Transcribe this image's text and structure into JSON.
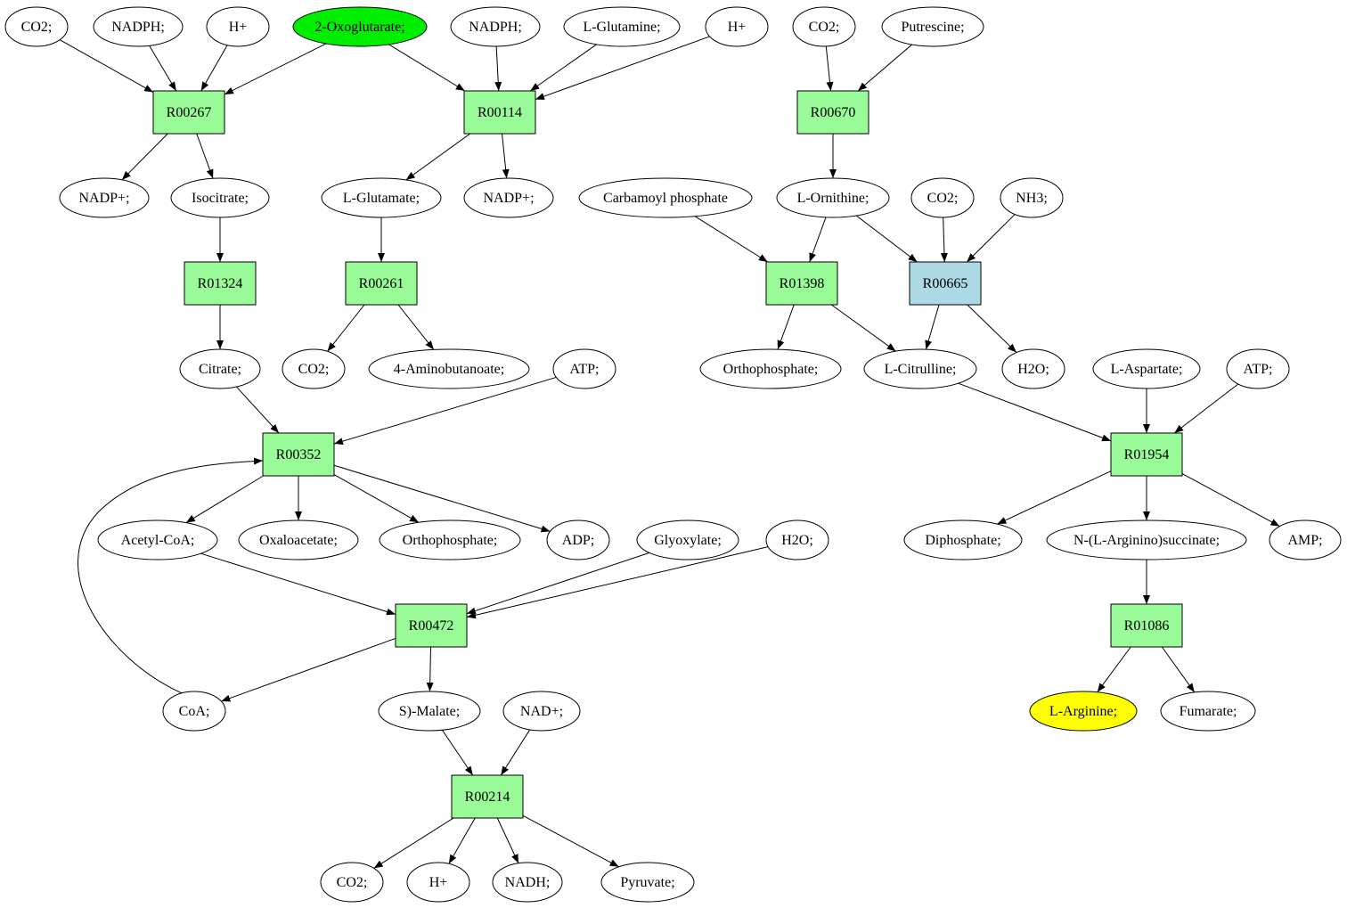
{
  "colors": {
    "reaction_default": "#98fb98",
    "reaction_highlight": "#add8e6",
    "start_compound": "#00ee00",
    "target_compound": "#ffff00",
    "metabolite": "#ffffff",
    "edge": "#000000"
  },
  "reactions": [
    {
      "id": "R00267",
      "label": "R00267"
    },
    {
      "id": "R00114",
      "label": "R00114"
    },
    {
      "id": "R00670",
      "label": "R00670"
    },
    {
      "id": "R01324",
      "label": "R01324"
    },
    {
      "id": "R00261",
      "label": "R00261"
    },
    {
      "id": "R01398",
      "label": "R01398"
    },
    {
      "id": "R00665",
      "label": "R00665",
      "highlight": true
    },
    {
      "id": "R00352",
      "label": "R00352"
    },
    {
      "id": "R01954",
      "label": "R01954"
    },
    {
      "id": "R00472",
      "label": "R00472"
    },
    {
      "id": "R01086",
      "label": "R01086"
    },
    {
      "id": "R00214",
      "label": "R00214"
    }
  ],
  "metabolites": [
    {
      "id": "co2_a",
      "label": "CO2;"
    },
    {
      "id": "nadph_a",
      "label": "NADPH;"
    },
    {
      "id": "h_a",
      "label": "H+"
    },
    {
      "id": "oxoglutarate",
      "label": "2-Oxoglutarate;",
      "role": "start"
    },
    {
      "id": "nadph_b",
      "label": "NADPH;"
    },
    {
      "id": "lglutamine",
      "label": "L-Glutamine;"
    },
    {
      "id": "h_b",
      "label": "H+"
    },
    {
      "id": "co2_b",
      "label": "CO2;"
    },
    {
      "id": "putrescine",
      "label": "Putrescine;"
    },
    {
      "id": "nadp_a",
      "label": "NADP+;"
    },
    {
      "id": "isocitrate",
      "label": "Isocitrate;"
    },
    {
      "id": "lglutamate",
      "label": "L-Glutamate;"
    },
    {
      "id": "nadp_b",
      "label": "NADP+;"
    },
    {
      "id": "carbamoyl",
      "label": "Carbamoyl phosphate"
    },
    {
      "id": "lornithine",
      "label": "L-Ornithine;"
    },
    {
      "id": "co2_c",
      "label": "CO2;"
    },
    {
      "id": "nh3",
      "label": "NH3;"
    },
    {
      "id": "citrate",
      "label": "Citrate;"
    },
    {
      "id": "co2_d",
      "label": "CO2;"
    },
    {
      "id": "aminobutanoate",
      "label": "4-Aminobutanoate;"
    },
    {
      "id": "atp_a",
      "label": "ATP;"
    },
    {
      "id": "orthophosphate_a",
      "label": "Orthophosphate;"
    },
    {
      "id": "lcitrulline",
      "label": "L-Citrulline;"
    },
    {
      "id": "h2o_a",
      "label": "H2O;"
    },
    {
      "id": "laspartate",
      "label": "L-Aspartate;"
    },
    {
      "id": "atp_b",
      "label": "ATP;"
    },
    {
      "id": "acetylcoa",
      "label": "Acetyl-CoA;"
    },
    {
      "id": "oxaloacetate",
      "label": "Oxaloacetate;"
    },
    {
      "id": "orthophosphate_b",
      "label": "Orthophosphate;"
    },
    {
      "id": "adp",
      "label": "ADP;"
    },
    {
      "id": "glyoxylate",
      "label": "Glyoxylate;"
    },
    {
      "id": "h2o_b",
      "label": "H2O;"
    },
    {
      "id": "diphosphate",
      "label": "Diphosphate;"
    },
    {
      "id": "arginosuccinate",
      "label": "N-(L-Arginino)succinate;"
    },
    {
      "id": "amp",
      "label": "AMP;"
    },
    {
      "id": "coa",
      "label": "CoA;"
    },
    {
      "id": "smalate",
      "label": "S)-Malate;"
    },
    {
      "id": "nad",
      "label": "NAD+;"
    },
    {
      "id": "larginine",
      "label": "L-Arginine;",
      "role": "target"
    },
    {
      "id": "fumarate",
      "label": "Fumarate;"
    },
    {
      "id": "co2_e",
      "label": "CO2;"
    },
    {
      "id": "h_c",
      "label": "H+"
    },
    {
      "id": "nadh",
      "label": "NADH;"
    },
    {
      "id": "pyruvate",
      "label": "Pyruvate;"
    }
  ],
  "edges": [
    [
      "co2_a",
      "R00267"
    ],
    [
      "nadph_a",
      "R00267"
    ],
    [
      "h_a",
      "R00267"
    ],
    [
      "oxoglutarate",
      "R00267"
    ],
    [
      "R00267",
      "nadp_a"
    ],
    [
      "R00267",
      "isocitrate"
    ],
    [
      "oxoglutarate",
      "R00114"
    ],
    [
      "nadph_b",
      "R00114"
    ],
    [
      "lglutamine",
      "R00114"
    ],
    [
      "h_b",
      "R00114"
    ],
    [
      "R00114",
      "lglutamate"
    ],
    [
      "R00114",
      "nadp_b"
    ],
    [
      "co2_b",
      "R00670"
    ],
    [
      "putrescine",
      "R00670"
    ],
    [
      "R00670",
      "lornithine"
    ],
    [
      "isocitrate",
      "R01324"
    ],
    [
      "R01324",
      "citrate"
    ],
    [
      "lglutamate",
      "R00261"
    ],
    [
      "R00261",
      "co2_d"
    ],
    [
      "R00261",
      "aminobutanoate"
    ],
    [
      "carbamoyl",
      "R01398"
    ],
    [
      "lornithine",
      "R01398"
    ],
    [
      "R01398",
      "orthophosphate_a"
    ],
    [
      "R01398",
      "lcitrulline"
    ],
    [
      "lornithine",
      "R00665"
    ],
    [
      "co2_c",
      "R00665"
    ],
    [
      "nh3",
      "R00665"
    ],
    [
      "R00665",
      "lcitrulline"
    ],
    [
      "R00665",
      "h2o_a"
    ],
    [
      "citrate",
      "R00352"
    ],
    [
      "atp_a",
      "R00352"
    ],
    [
      "coa",
      "R00352"
    ],
    [
      "R00352",
      "acetylcoa"
    ],
    [
      "R00352",
      "oxaloacetate"
    ],
    [
      "R00352",
      "orthophosphate_b"
    ],
    [
      "R00352",
      "adp"
    ],
    [
      "lcitrulline",
      "R01954"
    ],
    [
      "laspartate",
      "R01954"
    ],
    [
      "atp_b",
      "R01954"
    ],
    [
      "R01954",
      "diphosphate"
    ],
    [
      "R01954",
      "arginosuccinate"
    ],
    [
      "R01954",
      "amp"
    ],
    [
      "acetylcoa",
      "R00472"
    ],
    [
      "glyoxylate",
      "R00472"
    ],
    [
      "h2o_b",
      "R00472"
    ],
    [
      "R00472",
      "coa"
    ],
    [
      "R00472",
      "smalate"
    ],
    [
      "arginosuccinate",
      "R01086"
    ],
    [
      "R01086",
      "larginine"
    ],
    [
      "R01086",
      "fumarate"
    ],
    [
      "smalate",
      "R00214"
    ],
    [
      "nad",
      "R00214"
    ],
    [
      "R00214",
      "co2_e"
    ],
    [
      "R00214",
      "h_c"
    ],
    [
      "R00214",
      "nadh"
    ],
    [
      "R00214",
      "pyruvate"
    ]
  ]
}
